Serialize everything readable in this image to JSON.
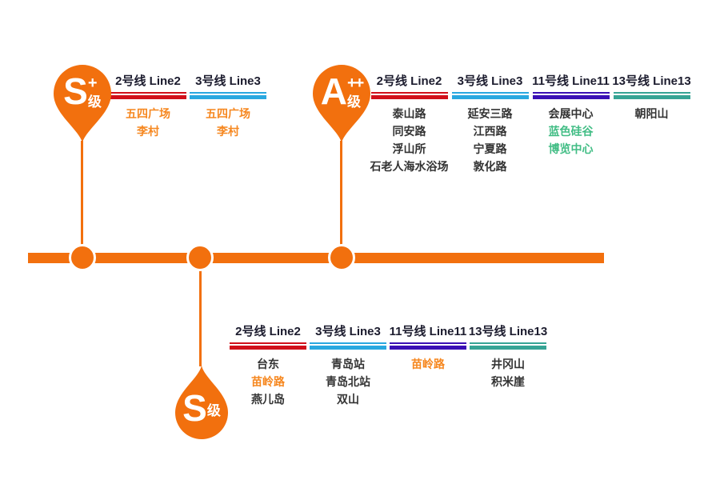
{
  "palette": {
    "orange": "#F2700E",
    "line2_color": "#D1101A",
    "line3_color": "#29A8E0",
    "line11_color": "#3A10B5",
    "line13_color": "#36A495",
    "header_text": "#1C1C2E",
    "station_text": "#333333",
    "station_orange": "#F6871F",
    "station_green": "#42BD85"
  },
  "grades": {
    "s_plus": {
      "letter": "S",
      "superscript": "+",
      "suffix": "级",
      "label": "S+级"
    },
    "a_plus_plus": {
      "letter": "A",
      "superscript": "++",
      "suffix": "级",
      "label": "A++级"
    },
    "s": {
      "letter": "S",
      "superscript": "",
      "suffix": "级",
      "label": "S级"
    }
  },
  "groups": [
    {
      "grade": "S+级",
      "columns": [
        {
          "line": "2号线 Line2",
          "line_color": "#D1101A",
          "stations": [
            {
              "name": "五四广场",
              "highlight": "orange"
            },
            {
              "name": "李村",
              "highlight": "orange"
            }
          ]
        },
        {
          "line": "3号线 Line3",
          "line_color": "#29A8E0",
          "stations": [
            {
              "name": "五四广场",
              "highlight": "orange"
            },
            {
              "name": "李村",
              "highlight": "orange"
            }
          ]
        }
      ]
    },
    {
      "grade": "A++级",
      "columns": [
        {
          "line": "2号线 Line2",
          "line_color": "#D1101A",
          "stations": [
            {
              "name": "泰山路"
            },
            {
              "name": "同安路"
            },
            {
              "name": "浮山所"
            },
            {
              "name": "石老人海水浴场"
            }
          ]
        },
        {
          "line": "3号线 Line3",
          "line_color": "#29A8E0",
          "stations": [
            {
              "name": "延安三路"
            },
            {
              "name": "江西路"
            },
            {
              "name": "宁夏路"
            },
            {
              "name": "敦化路"
            }
          ]
        },
        {
          "line": "11号线 Line11",
          "line_color": "#3A10B5",
          "stations": [
            {
              "name": "会展中心"
            },
            {
              "name": "蓝色硅谷",
              "highlight": "green"
            },
            {
              "name": "博览中心",
              "highlight": "green"
            }
          ]
        },
        {
          "line": "13号线 Line13",
          "line_color": "#36A495",
          "stations": [
            {
              "name": "朝阳山"
            }
          ]
        }
      ]
    },
    {
      "grade": "S级",
      "columns": [
        {
          "line": "2号线 Line2",
          "line_color": "#D1101A",
          "stations": [
            {
              "name": "台东"
            },
            {
              "name": "苗岭路",
              "highlight": "orange"
            },
            {
              "name": "燕儿岛"
            }
          ]
        },
        {
          "line": "3号线 Line3",
          "line_color": "#29A8E0",
          "stations": [
            {
              "name": "青岛站"
            },
            {
              "name": "青岛北站"
            },
            {
              "name": "双山"
            }
          ]
        },
        {
          "line": "11号线 Line11",
          "line_color": "#3A10B5",
          "stations": [
            {
              "name": "苗岭路",
              "highlight": "orange"
            }
          ]
        },
        {
          "line": "13号线 Line13",
          "line_color": "#36A495",
          "stations": [
            {
              "name": "井冈山"
            },
            {
              "name": "积米崖"
            }
          ]
        }
      ]
    }
  ]
}
